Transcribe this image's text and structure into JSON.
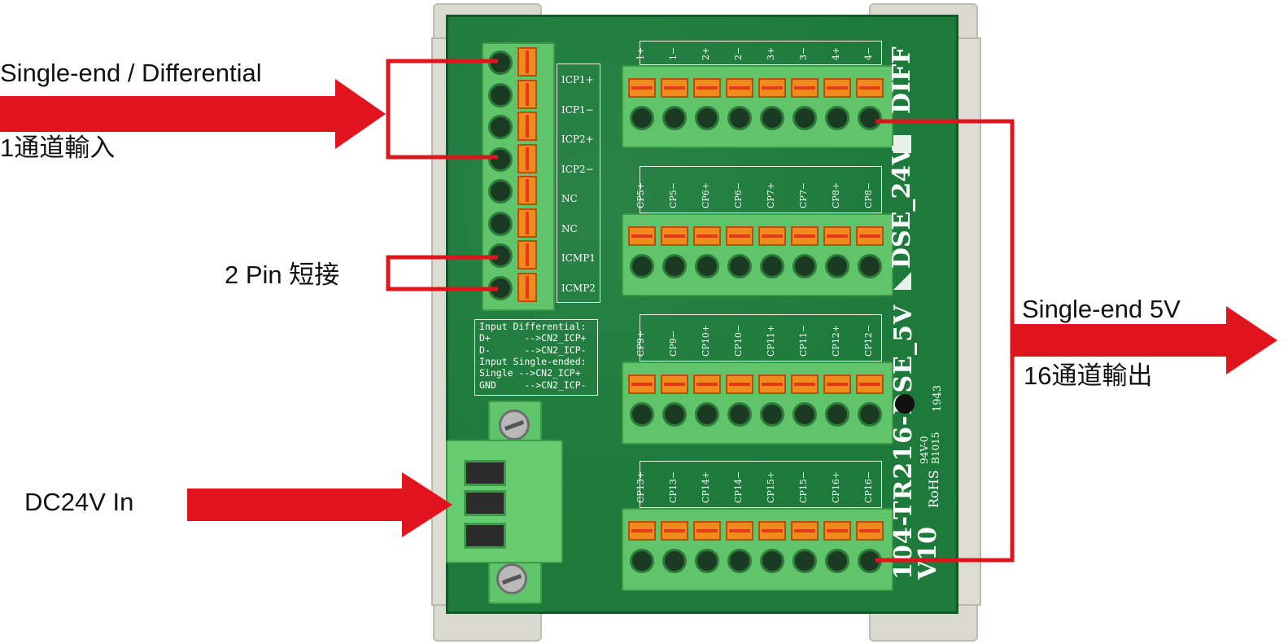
{
  "callouts": {
    "input_mode": "Single-end / Differential",
    "input_channels": "1通道輸入",
    "pin_short": "2 Pin 短接",
    "power_in": "DC24V  In",
    "output_mode": "Single-end 5V",
    "output_channels": "16通道輸出"
  },
  "input_terminal_labels": [
    "ICP1+",
    "ICP1−",
    "ICP2+",
    "ICP2−",
    "NC",
    "NC",
    "ICMP1",
    "ICMP2"
  ],
  "info_box_lines": [
    "Input Differential:",
    "D+      -->CN2_ICP+",
    "D-      -->CN2_ICP-",
    "Input Single-ended:",
    "Single -->CN2_ICP+",
    "GND     -->CN2_ICP-"
  ],
  "output_rows": [
    [
      "1+",
      "1−",
      "2+",
      "2−",
      "3+",
      "3−",
      "4+",
      "4−"
    ],
    [
      "CP5+",
      "CP5−",
      "CP6+",
      "CP6−",
      "CP7+",
      "CP7−",
      "CP8+",
      "CP8−"
    ],
    [
      "CP9+",
      "CP9−",
      "CP10+",
      "CP10−",
      "CP11+",
      "CP11−",
      "CP12+",
      "CP12−"
    ],
    [
      "CP13+",
      "CP13−",
      "CP14+",
      "CP14−",
      "CP15+",
      "CP15−",
      "CP16+",
      "CP16−"
    ]
  ],
  "board_marks": {
    "model": "104-TR216-DSE_5V",
    "model_variant": "DSE_24V",
    "diff": "DIFF",
    "version": "V10",
    "ul_code": "94V-0",
    "lot": "B1015",
    "date_code": "1943",
    "rohs": "RoHS"
  },
  "colors": {
    "arrow": "#e1141d",
    "bracket": "#e1141d",
    "pcb": "#1d7a3b",
    "terminal": "#5fc46a",
    "lever": "#f08a1c"
  }
}
